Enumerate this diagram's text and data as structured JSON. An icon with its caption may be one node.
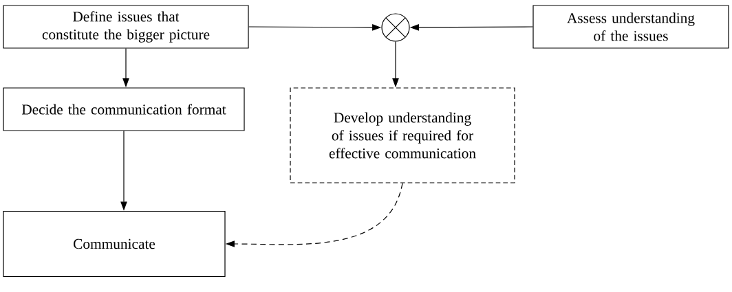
{
  "diagram": {
    "nodes": [
      {
        "text": [
          "Define issues that constitute the bigger picture"
        ]
      },
      {
        "text": [],
        "shape": "circle"
      },
      {
        "text": [
          "Assess understanding of the issues"
        ]
      },
      {
        "text": [
          "Decide the communication format"
        ]
      },
      {
        "text": [
          "Develop understanding of issues if required for effective communication"
        ]
      },
      {
        "text": [
          "Communicate"
        ]
      }
    ],
    "edges": [
      {
        "from": 0,
        "to": 1,
        "arrow": "to"
      },
      {
        "from": 2,
        "to": 1,
        "arrow": "to"
      },
      {
        "from": 1,
        "to": 4,
        "arrow": "to"
      },
      {
        "from": 0,
        "to": 3,
        "arrow": "to"
      },
      {
        "from": 3,
        "to": 5,
        "arrow": "to"
      },
      {
        "from": 4,
        "to": 5,
        "arrow": "to",
        "style": "dashed"
      }
    ]
  }
}
